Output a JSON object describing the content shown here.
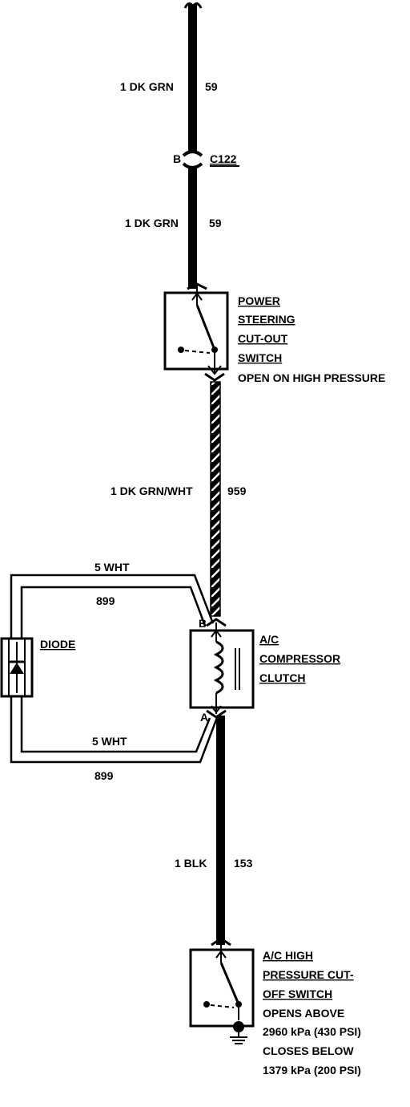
{
  "wires": {
    "top_wire_upper": {
      "label": "1 DK GRN",
      "circuit": "59"
    },
    "top_wire_lower": {
      "label": "1 DK GRN",
      "circuit": "59"
    },
    "mid_wire": {
      "label": "1 DK GRN/WHT",
      "circuit": "959"
    },
    "diode_wire_top": {
      "label": "5 WHT",
      "circuit": "899"
    },
    "diode_wire_bottom": {
      "label": "5 WHT",
      "circuit": "899"
    },
    "ground_wire": {
      "label": "1 BLK",
      "circuit": "153"
    }
  },
  "connector": {
    "pin": "B",
    "name": "C122"
  },
  "power_steering_switch": {
    "lines": [
      "POWER",
      "STEERING",
      "CUT-OUT",
      "SWITCH"
    ],
    "note": "OPEN ON HIGH PRESSURE"
  },
  "compressor_clutch": {
    "lines": [
      "A/C",
      "COMPRESSOR",
      "CLUTCH"
    ],
    "terminal_top": "B",
    "terminal_bottom": "A"
  },
  "diode": {
    "label": "DIODE"
  },
  "high_pressure_switch": {
    "lines": [
      "A/C HIGH",
      "PRESSURE CUT-",
      "OFF SWITCH"
    ],
    "notes": [
      "OPENS ABOVE",
      "2960 kPa (430 PSI)",
      "CLOSES BELOW",
      "1379 kPa (200 PSI)"
    ]
  }
}
